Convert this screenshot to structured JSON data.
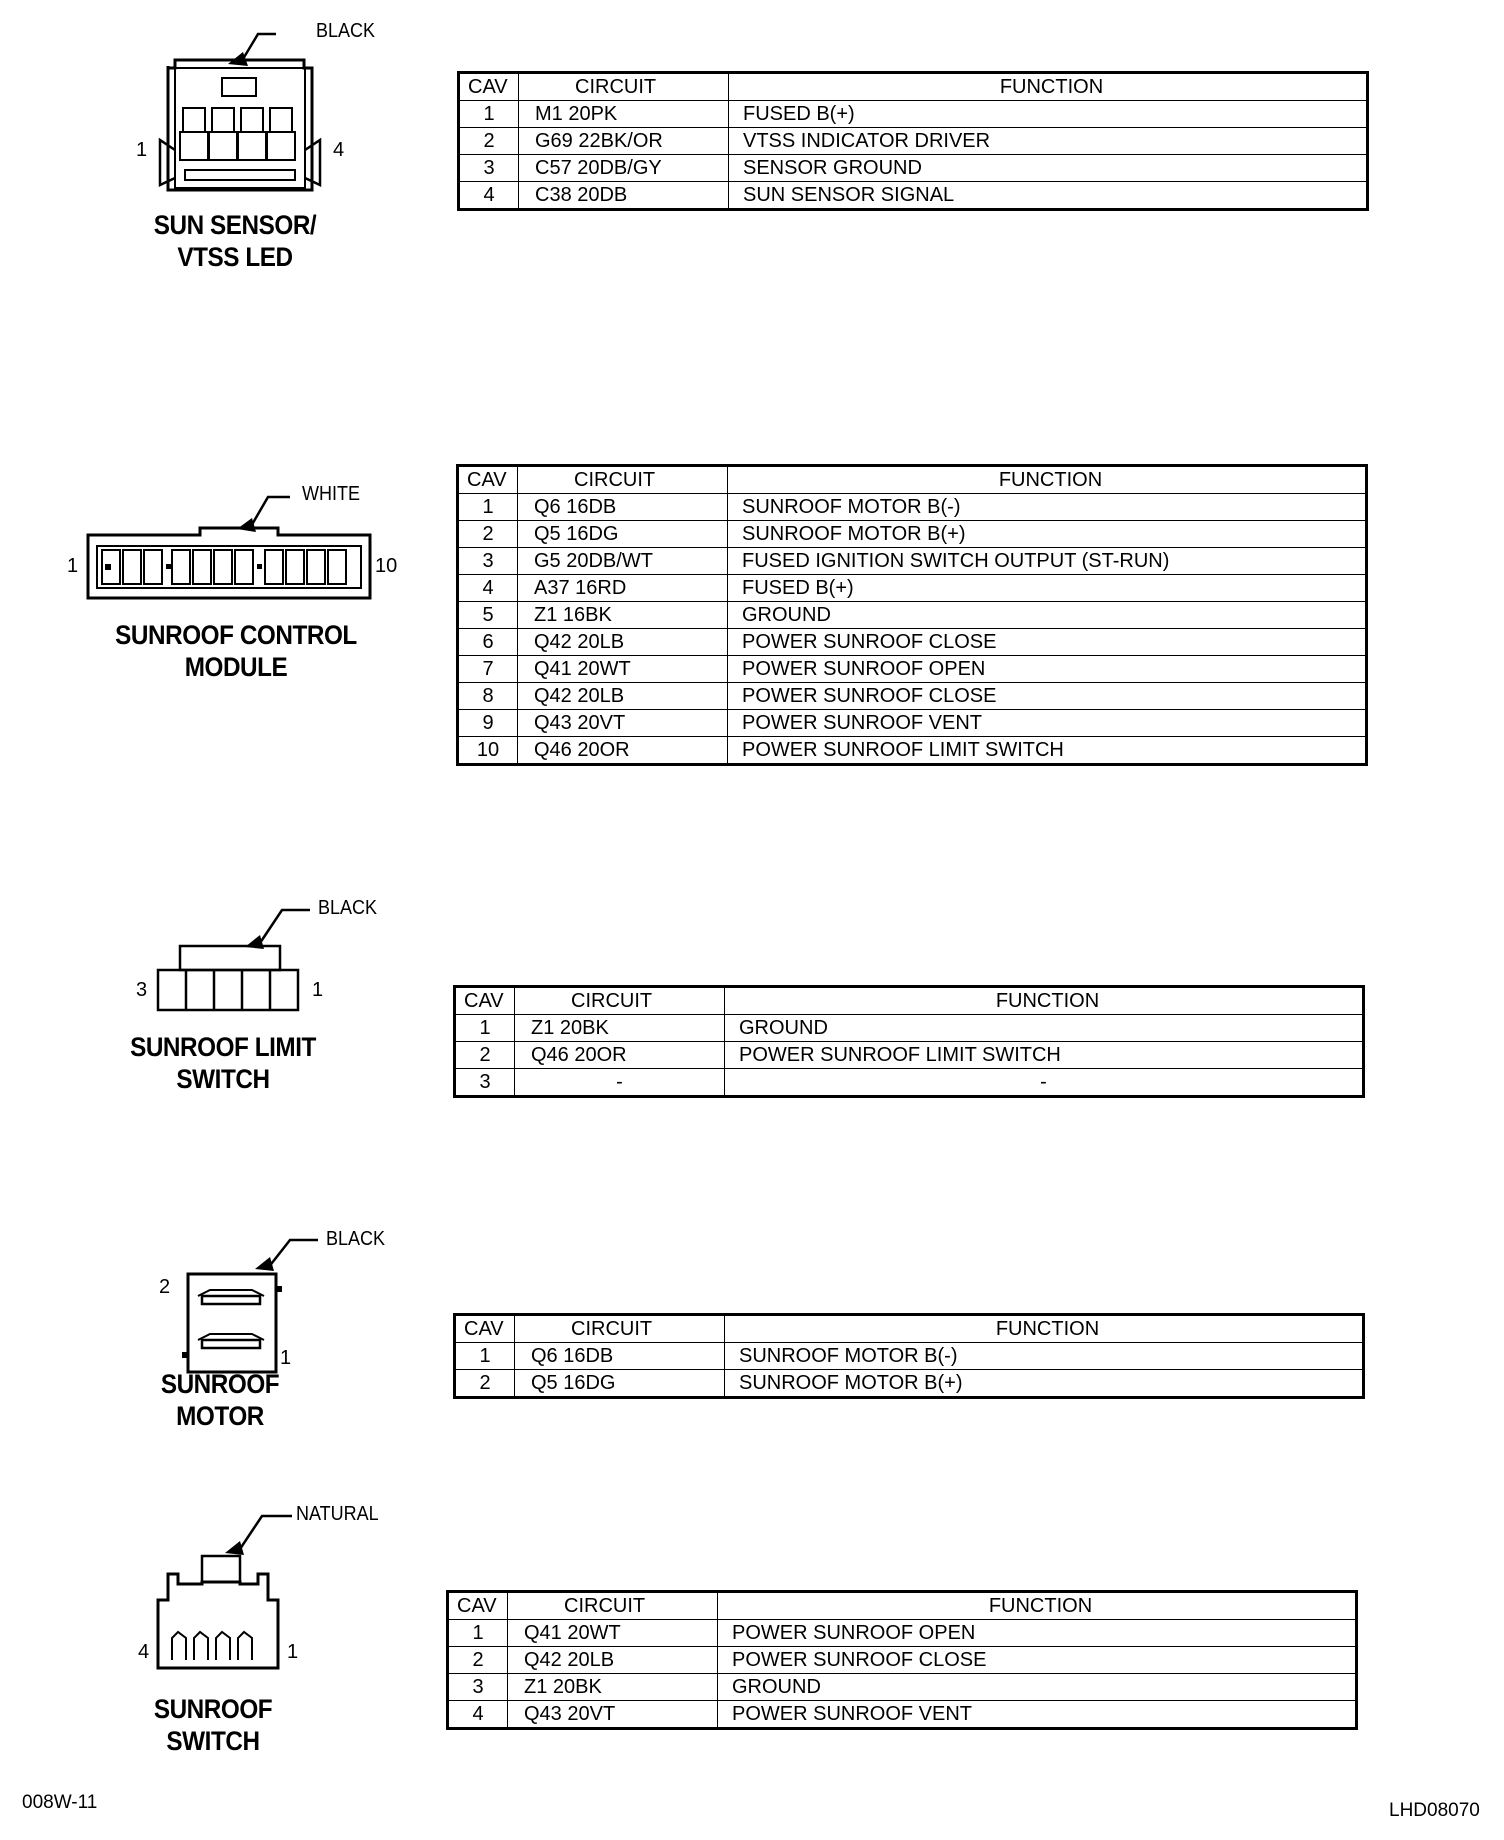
{
  "columns": {
    "cav": "CAV",
    "circuit": "CIRCUIT",
    "function": "FUNCTION"
  },
  "connectors": [
    {
      "name_line1": "SUN SENSOR/",
      "name_line2": "VTSS LED",
      "color": "BLACK",
      "pin_first": "1",
      "pin_last": "4",
      "rows": [
        {
          "cav": "1",
          "circuit": "M1 20PK",
          "function": "FUSED B(+)"
        },
        {
          "cav": "2",
          "circuit": "G69 22BK/OR",
          "function": "VTSS INDICATOR DRIVER"
        },
        {
          "cav": "3",
          "circuit": "C57 20DB/GY",
          "function": "SENSOR GROUND"
        },
        {
          "cav": "4",
          "circuit": "C38 20DB",
          "function": "SUN SENSOR SIGNAL"
        }
      ]
    },
    {
      "name_line1": "SUNROOF CONTROL",
      "name_line2": "MODULE",
      "color": "WHITE",
      "pin_first": "1",
      "pin_last": "10",
      "rows": [
        {
          "cav": "1",
          "circuit": "Q6 16DB",
          "function": "SUNROOF MOTOR B(-)"
        },
        {
          "cav": "2",
          "circuit": "Q5 16DG",
          "function": "SUNROOF MOTOR B(+)"
        },
        {
          "cav": "3",
          "circuit": "G5 20DB/WT",
          "function": "FUSED IGNITION SWITCH OUTPUT (ST-RUN)"
        },
        {
          "cav": "4",
          "circuit": "A37 16RD",
          "function": "FUSED B(+)"
        },
        {
          "cav": "5",
          "circuit": "Z1 16BK",
          "function": "GROUND"
        },
        {
          "cav": "6",
          "circuit": "Q42 20LB",
          "function": "POWER SUNROOF CLOSE"
        },
        {
          "cav": "7",
          "circuit": "Q41 20WT",
          "function": "POWER SUNROOF OPEN"
        },
        {
          "cav": "8",
          "circuit": "Q42 20LB",
          "function": "POWER SUNROOF CLOSE"
        },
        {
          "cav": "9",
          "circuit": "Q43 20VT",
          "function": "POWER SUNROOF VENT"
        },
        {
          "cav": "10",
          "circuit": "Q46 20OR",
          "function": "POWER SUNROOF LIMIT SWITCH"
        }
      ]
    },
    {
      "name_line1": "SUNROOF LIMIT",
      "name_line2": "SWITCH",
      "color": "BLACK",
      "pin_first": "3",
      "pin_last": "1",
      "rows": [
        {
          "cav": "1",
          "circuit": "Z1 20BK",
          "function": "GROUND"
        },
        {
          "cav": "2",
          "circuit": "Q46 20OR",
          "function": "POWER SUNROOF LIMIT SWITCH"
        },
        {
          "cav": "3",
          "circuit": "-",
          "function": "-"
        }
      ]
    },
    {
      "name_line1": "SUNROOF",
      "name_line2": "MOTOR",
      "color": "BLACK",
      "pin_first": "2",
      "pin_last": "1",
      "rows": [
        {
          "cav": "1",
          "circuit": "Q6 16DB",
          "function": "SUNROOF MOTOR B(-)"
        },
        {
          "cav": "2",
          "circuit": "Q5 16DG",
          "function": "SUNROOF MOTOR B(+)"
        }
      ]
    },
    {
      "name_line1": "SUNROOF",
      "name_line2": "SWITCH",
      "color": "NATURAL",
      "pin_first": "4",
      "pin_last": "1",
      "rows": [
        {
          "cav": "1",
          "circuit": "Q41 20WT",
          "function": "POWER SUNROOF OPEN"
        },
        {
          "cav": "2",
          "circuit": "Q42 20LB",
          "function": "POWER SUNROOF CLOSE"
        },
        {
          "cav": "3",
          "circuit": "Z1 20BK",
          "function": "GROUND"
        },
        {
          "cav": "4",
          "circuit": "Q43 20VT",
          "function": "POWER SUNROOF VENT"
        }
      ]
    }
  ],
  "footer": {
    "left": "008W-11",
    "right": "LHD08070"
  }
}
